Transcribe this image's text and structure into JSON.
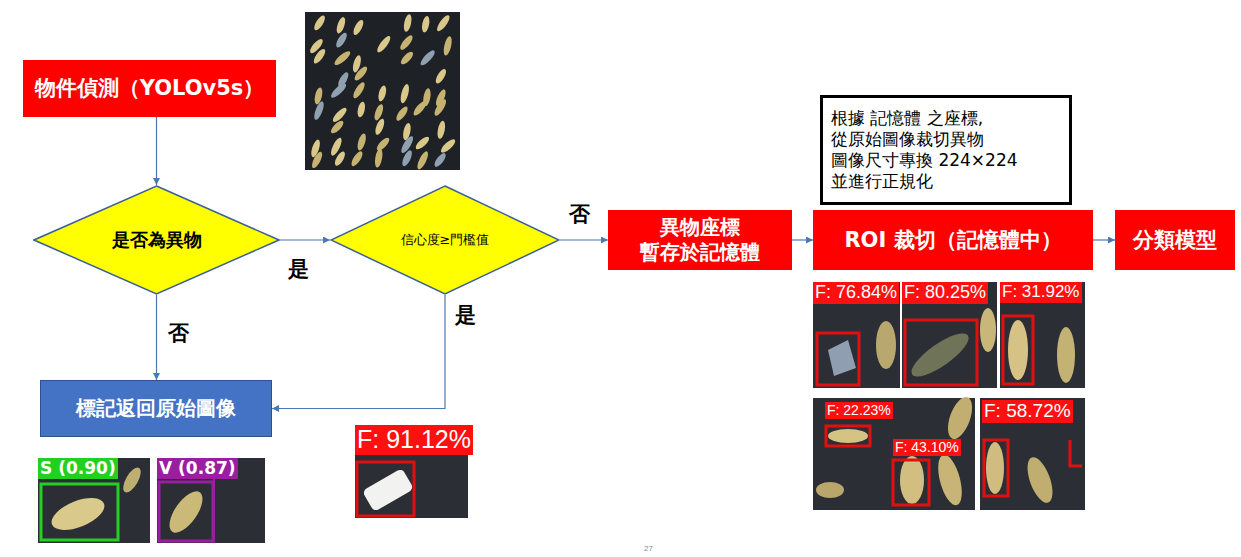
{
  "diagram": {
    "nodes": [
      {
        "text": [
          "物件偵測（YOLOv5s）"
        ]
      },
      {
        "text": [
          "是否為異物"
        ]
      },
      {
        "text": [
          "信心度≥門檻值"
        ]
      },
      {
        "text": [
          "異物座標 暫存於記憶體"
        ]
      },
      {
        "text": [
          "ROI 裁切（記憶體中）"
        ]
      },
      {
        "text": [
          "分類模型"
        ]
      },
      {
        "text": [
          "標記返回原始圖像"
        ]
      },
      {
        "text": [
          "根據 記憶體 之座標, 從原始圖像裁切異物 圖像尺寸專換 224×224 並進行正規化"
        ]
      }
    ],
    "edges": [
      {
        "from": 0,
        "to": 1,
        "arrow": "to"
      },
      {
        "from": 1,
        "to": 2,
        "label": "是",
        "arrow": "to"
      },
      {
        "from": 2,
        "to": 3,
        "label": "否",
        "arrow": "to"
      },
      {
        "from": 3,
        "to": 4,
        "arrow": "to"
      },
      {
        "from": 4,
        "to": 5,
        "arrow": "to"
      },
      {
        "from": 1,
        "to": 6,
        "label": "否",
        "arrow": "to"
      },
      {
        "from": 2,
        "to": 6,
        "label": "是",
        "arrow": "to"
      }
    ],
    "labels": [
      "F: 91.12%",
      "F: 76.84%",
      "F: 80.25%",
      "F: 31.92%",
      "F: 22.23%",
      "F: 43.10%",
      "F: 58.72%",
      "S (0.90)",
      "V (0.87)",
      "27"
    ]
  }
}
